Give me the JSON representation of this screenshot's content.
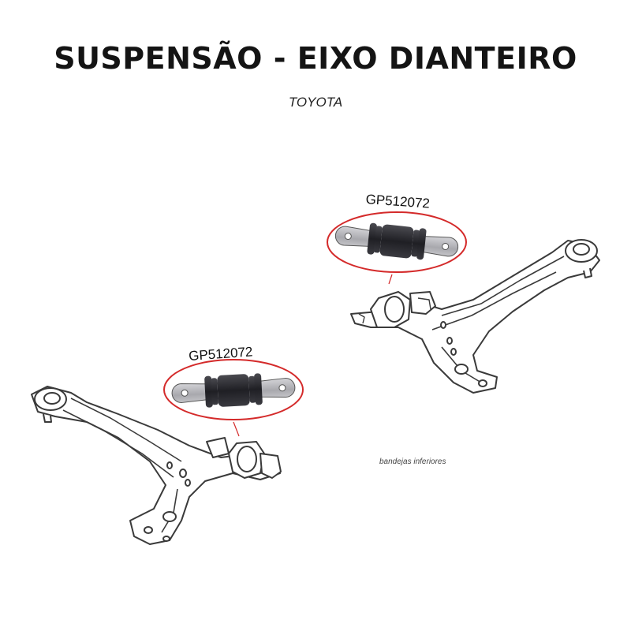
{
  "header": {
    "title": "SUSPENSÃO - EIXO DIANTEIRO",
    "brand": "TOYOTA"
  },
  "parts": [
    {
      "label": "GP512072"
    },
    {
      "label": "GP512072"
    }
  ],
  "caption": "bandejas inferiores",
  "colors": {
    "highlight": "#d42a2a",
    "bushing_rubber": "#2a2a2e",
    "bracket_metal": "#b8b8bc",
    "line_art": "#3a3a3a",
    "text": "#141414"
  },
  "icons": [
    "control-arm-drawing",
    "bushing-icon"
  ]
}
